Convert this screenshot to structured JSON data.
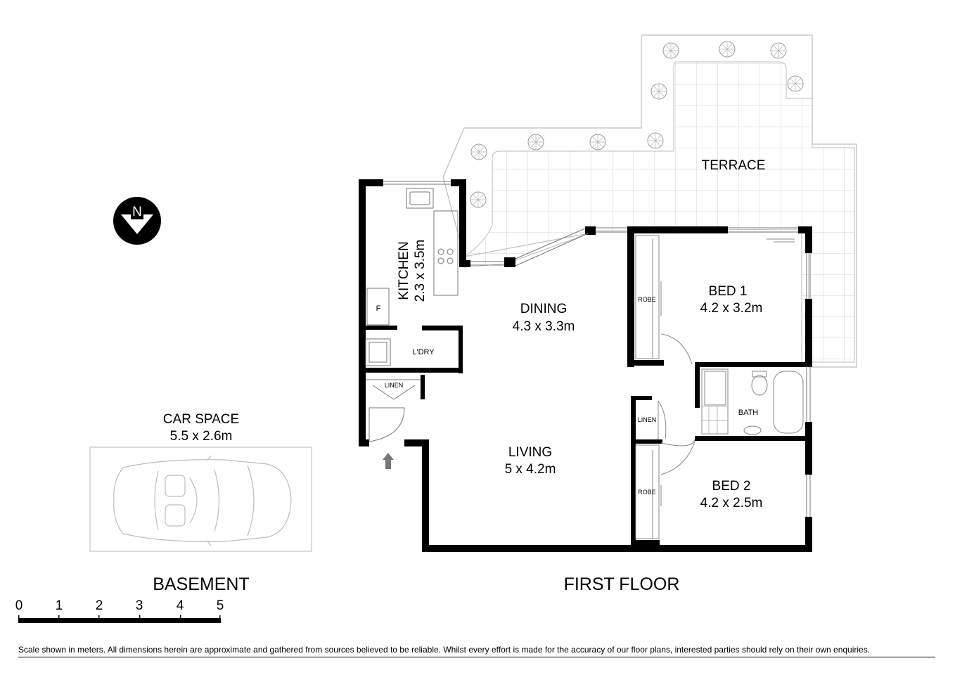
{
  "plan": {
    "terrace": "TERRACE",
    "kitchen": {
      "name": "KITCHEN",
      "dims": "2.3 x 3.5m"
    },
    "fridge": "F",
    "laundry": "L'DRY",
    "linen_1": "LINEN",
    "linen_2": "LINEN",
    "dining": {
      "name": "DINING",
      "dims": "4.3 x 3.3m"
    },
    "living": {
      "name": "LIVING",
      "dims": "5 x 4.2m"
    },
    "bed1": {
      "name": "BED 1",
      "dims": "4.2 x 3.2m"
    },
    "bed2": {
      "name": "BED 2",
      "dims": "4.2 x 2.5m"
    },
    "robe_1": "ROBE",
    "robe_2": "ROBE",
    "bath": "BATH",
    "car_space": {
      "name": "CAR SPACE",
      "dims": "5.5 x 2.6m"
    },
    "basement_title": "BASEMENT",
    "first_floor_title": "FIRST FLOOR",
    "compass": "N"
  },
  "scale": {
    "ticks": [
      "0",
      "1",
      "2",
      "3",
      "4",
      "5"
    ]
  },
  "disclaimer": "Scale shown in meters. All dimensions herein are approximate and gathered from sources believed to be  reliable. Whilst every effort is made for the accuracy of our floor plans, interested parties should rely on their own enquiries."
}
